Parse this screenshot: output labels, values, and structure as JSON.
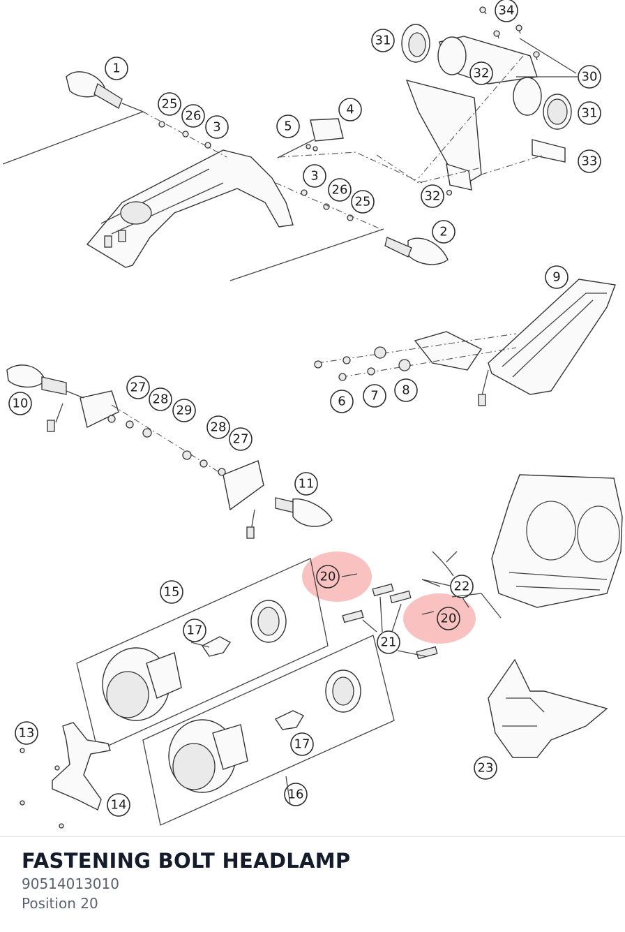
{
  "part": {
    "name": "FASTENING BOLT HEADLAMP",
    "number": "90514013010",
    "position_label": "Position 20"
  },
  "diagram": {
    "highlight_color": "#f26b6b",
    "callouts": [
      "34",
      "31",
      "32",
      "30",
      "31",
      "33",
      "32",
      "1",
      "25",
      "26",
      "3",
      "5",
      "4",
      "3",
      "26",
      "25",
      "2",
      "9",
      "6",
      "7",
      "8",
      "10",
      "27",
      "28",
      "29",
      "28",
      "27",
      "11",
      "20",
      "15",
      "22",
      "20",
      "17",
      "21",
      "13",
      "17",
      "16",
      "14",
      "23"
    ]
  }
}
